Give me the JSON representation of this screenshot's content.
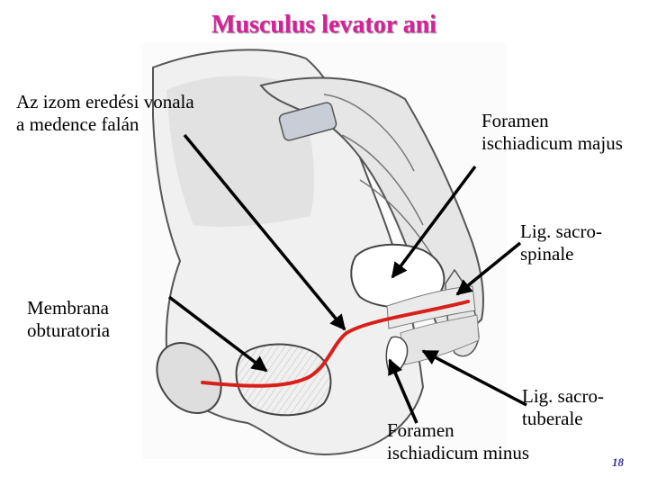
{
  "slide": {
    "title": "Musculus levator ani",
    "page_number": "18"
  },
  "labels": {
    "origin_line": [
      "Az izom eredési vonala",
      "a medence falán"
    ],
    "foramen_majus": [
      "Foramen",
      "ischiadicum majus"
    ],
    "lig_sacrospinale": [
      "Lig. sacro-",
      "spinale"
    ],
    "membrana_obturatoria": [
      "Membrana",
      "obturatoria"
    ],
    "lig_sacrotuberale": [
      "Lig. sacro-",
      "tuberale"
    ],
    "foramen_minus": [
      "Foramen",
      "ischiadicum minus"
    ]
  },
  "colors": {
    "title": "#d6219a",
    "origin_line": "#d8201a",
    "arrows": "#000000"
  }
}
